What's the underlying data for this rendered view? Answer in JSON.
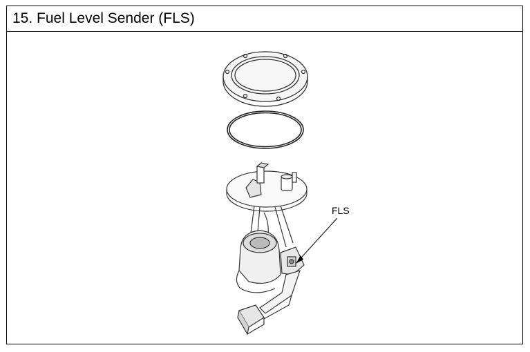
{
  "header": {
    "title": "15. Fuel Level Sender (FLS)"
  },
  "diagram": {
    "callout_label": "FLS",
    "parts": [
      "retainer-ring",
      "o-ring-gasket",
      "fuel-pump-module-assembly",
      "fuel-level-sender"
    ]
  }
}
